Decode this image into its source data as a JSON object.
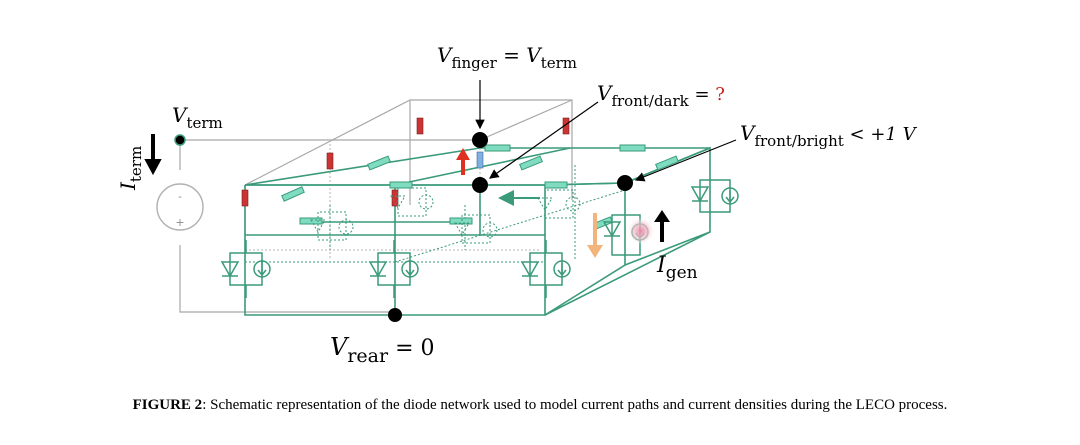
{
  "figure": {
    "labels": {
      "v_term_left": "V",
      "v_term_left_sub": "term",
      "i_term": "I",
      "i_term_sub": "term",
      "v_finger": "V",
      "v_finger_sub": "finger",
      "v_finger_eq": " = V",
      "v_finger_eq_sub": "term",
      "v_front_dark": "V",
      "v_front_dark_sub": "front/dark",
      "v_front_dark_eq": " = ",
      "v_front_dark_q": "?",
      "v_front_bright": "V",
      "v_front_bright_sub": "front/bright",
      "v_front_bright_eq": " < +1 V",
      "i_gen": "I",
      "i_gen_sub": "gen",
      "v_rear": "V",
      "v_rear_sub": "rear",
      "v_rear_eq": " = 0",
      "source_minus": "-",
      "source_plus": "+"
    },
    "caption_bold": "FIGURE 2",
    "caption_rest": ": Schematic representation of the diode network used to model current paths and current densities during the LECO process.",
    "colors": {
      "network": "#3a9a7a",
      "resistor": "#7fdcc0",
      "wire_gray": "#9a9a9a",
      "red_resistor": "#cc3333",
      "red_arrow": "#e03020",
      "orange_arrow": "#f2b47a",
      "question": "#cc2222"
    }
  }
}
